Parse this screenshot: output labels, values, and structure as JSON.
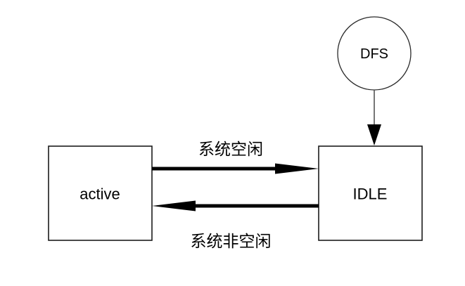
{
  "diagram": {
    "title": "state-transition-diagram",
    "nodes": {
      "dfs": {
        "label": "DFS",
        "shape": "circle"
      },
      "active": {
        "label": "active",
        "shape": "rect"
      },
      "idle": {
        "label": "IDLE",
        "shape": "rect"
      }
    },
    "edges": {
      "dfs_to_idle": {
        "label": "",
        "direction": "down"
      },
      "active_to_idle": {
        "label": "系统空闲",
        "direction": "right"
      },
      "idle_to_active": {
        "label": "系统非空闲",
        "direction": "left"
      }
    },
    "colors": {
      "background": "#ffffff",
      "stroke": "#000000",
      "box_stroke": "#1c1c1c",
      "thin_line": "#555555",
      "node_fill": "#ffffff",
      "text": "#000000"
    }
  }
}
